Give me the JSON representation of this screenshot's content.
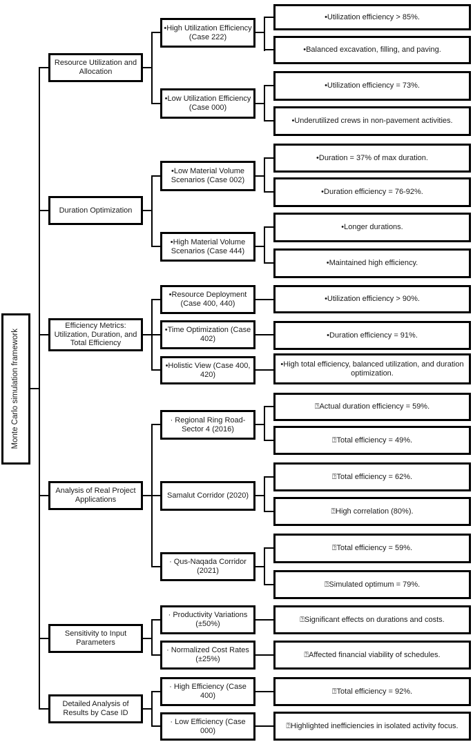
{
  "diagram": {
    "root": {
      "label": "Monte Carlo simulation framework"
    },
    "branches": [
      {
        "label": "Resource Utilization and Allocation",
        "children": [
          {
            "label": "•High Utilization Efficiency (Case 222)",
            "leaves": [
              "•Utilization efficiency > 85%.",
              "•Balanced excavation, filling, and paving."
            ]
          },
          {
            "label": "•Low Utilization Efficiency (Case 000)",
            "leaves": [
              "•Utilization efficiency = 73%.",
              "•Underutilized crews in non-pavement activities."
            ]
          }
        ]
      },
      {
        "label": "Duration Optimization",
        "children": [
          {
            "label": "•Low Material Volume Scenarios (Case 002)",
            "leaves": [
              "•Duration = 37% of max duration.",
              "•Duration efficiency = 76-92%."
            ]
          },
          {
            "label": "•High Material Volume Scenarios (Case 444)",
            "leaves": [
              "•Longer durations.",
              "•Maintained high efficiency."
            ]
          }
        ]
      },
      {
        "label": "Efficiency Metrics: Utilization, Duration, and Total Efficiency",
        "children": [
          {
            "label": "•Resource Deployment (Case 400, 440)",
            "leaves": [
              "•Utilization efficiency > 90%."
            ]
          },
          {
            "label": "•Time Optimization (Case 402)",
            "leaves": [
              "•Duration efficiency = 91%."
            ]
          },
          {
            "label": "•Holistic View (Case 400, 420)",
            "leaves": [
              "•High total efficiency, balanced utilization, and duration optimization."
            ]
          }
        ]
      },
      {
        "label": "Analysis of Real Project Applications",
        "children": [
          {
            "label": "· Regional Ring Road- Sector 4 (2016)",
            "leaves": [
              "⍰Actual duration efficiency = 59%.",
              "⍰Total efficiency = 49%."
            ]
          },
          {
            "label": "Samalut Corridor (2020)",
            "leaves": [
              "⍰Total efficiency = 62%.",
              "⍰High correlation (80%)."
            ]
          },
          {
            "label": "· Qus-Naqada Corridor (2021)",
            "leaves": [
              "⍰Total efficiency = 59%.",
              "⍰Simulated optimum = 79%."
            ]
          }
        ]
      },
      {
        "label": "Sensitivity to Input Parameters",
        "children": [
          {
            "label": "· Productivity Variations (±50%)",
            "leaves": [
              "⍰Significant effects on durations and costs."
            ]
          },
          {
            "label": "· Normalized Cost Rates (±25%)",
            "leaves": [
              "⍰Affected financial viability of schedules."
            ]
          }
        ]
      },
      {
        "label": "Detailed Analysis of Results by Case ID",
        "children": [
          {
            "label": "· High Efficiency (Case 400)",
            "leaves": [
              "⍰Total efficiency = 92%."
            ]
          },
          {
            "label": "· Low Efficiency (Case 000)",
            "leaves": [
              "⍰Highlighted inefficiencies in isolated activity focus."
            ]
          }
        ]
      }
    ],
    "colors": {
      "border": "#000000",
      "background": "#ffffff",
      "text": "#1a1a1a"
    }
  }
}
